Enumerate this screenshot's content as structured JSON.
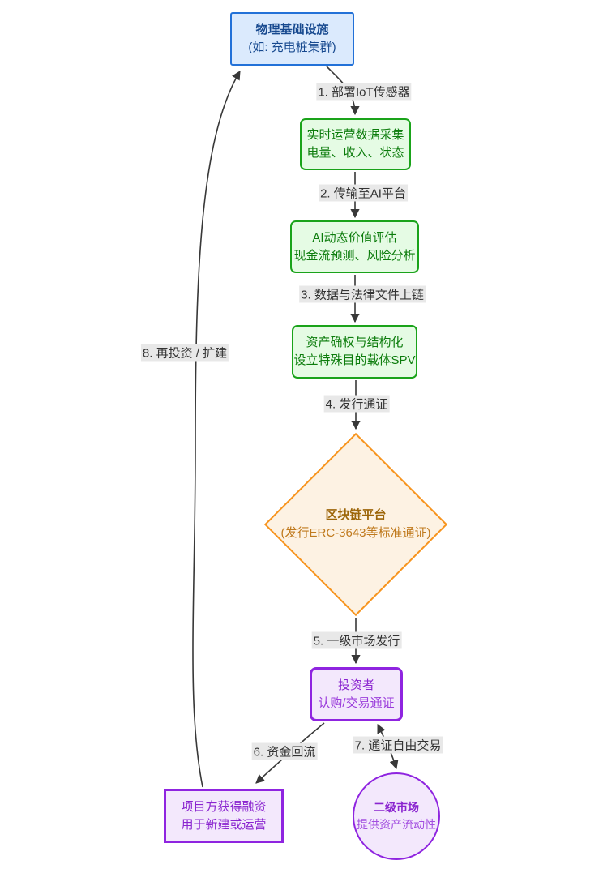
{
  "diagram": {
    "nodes": {
      "physical_infra": {
        "title": "物理基础设施",
        "subtitle": "(如: 充电桩集群)"
      },
      "data_collection": {
        "title": "实时运营数据采集",
        "subtitle": "电量、收入、状态"
      },
      "ai_valuation": {
        "title": "AI动态价值评估",
        "subtitle": "现金流预测、风险分析"
      },
      "asset_structuring": {
        "title": "资产确权与结构化",
        "subtitle": "设立特殊目的载体SPV"
      },
      "blockchain_platform": {
        "title": "区块链平台",
        "subtitle": "(发行ERC-3643等标准通证)"
      },
      "investors": {
        "title": "投资者",
        "subtitle": "认购/交易通证"
      },
      "project_owner": {
        "title": "项目方获得融资",
        "subtitle": "用于新建或运营"
      },
      "secondary_market": {
        "title": "二级市场",
        "subtitle": "提供资产流动性"
      }
    },
    "edges": {
      "e1": "1. 部署IoT传感器",
      "e2": "2. 传输至AI平台",
      "e3": "3. 数据与法律文件上链",
      "e4": "4. 发行通证",
      "e5": "5. 一级市场发行",
      "e6": "6. 资金回流",
      "e7": "7. 通证自由交易",
      "e8": "8. 再投资 / 扩建"
    },
    "colors": {
      "blue_node_border": "#2271d8",
      "blue_node_fill": "#dbeafd",
      "blue_node_text": "#17498f",
      "green_node_border": "#1aa31a",
      "green_node_fill": "#e5fbe4",
      "green_node_text": "#0c7c0c",
      "orange_node_border": "#f7941e",
      "orange_node_fill": "#fdf2e3",
      "orange_node_text": "#9c6508",
      "purple_node_border": "#8f24e0",
      "purple_node_fill": "#f3e8fc",
      "purple_node_text": "#8a24cf",
      "edge_line": "#383838",
      "edge_label_bg": "#e8e8e8",
      "edge_label_text": "#333333"
    }
  }
}
